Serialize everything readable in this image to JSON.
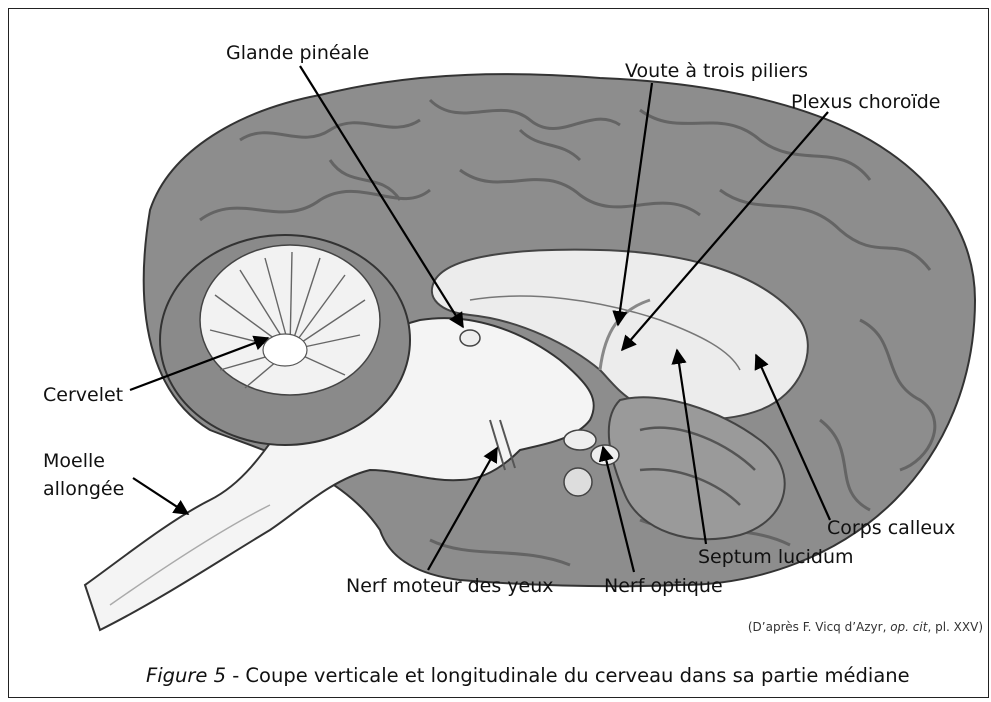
{
  "labels": {
    "glande_pineale": "Glande pinéale",
    "voute": "Voute à trois piliers",
    "plexus": "Plexus choroïde",
    "cervelet": "Cervelet",
    "moelle_line1": "Moelle",
    "moelle_line2": "allongée",
    "corps_calleux": "Corps calleux",
    "septum": "Septum lucidum",
    "nerf_moteur": "Nerf moteur des yeux",
    "nerf_optique": "Nerf optique"
  },
  "credit": {
    "prefix": "(D’après F. Vicq d’Azyr, ",
    "italic": "op. cit",
    "suffix": ", pl. XXV)"
  },
  "caption": {
    "figure": "Figure 5",
    "text": " - Coupe verticale et longitudinale du cerveau dans sa partie médiane"
  }
}
